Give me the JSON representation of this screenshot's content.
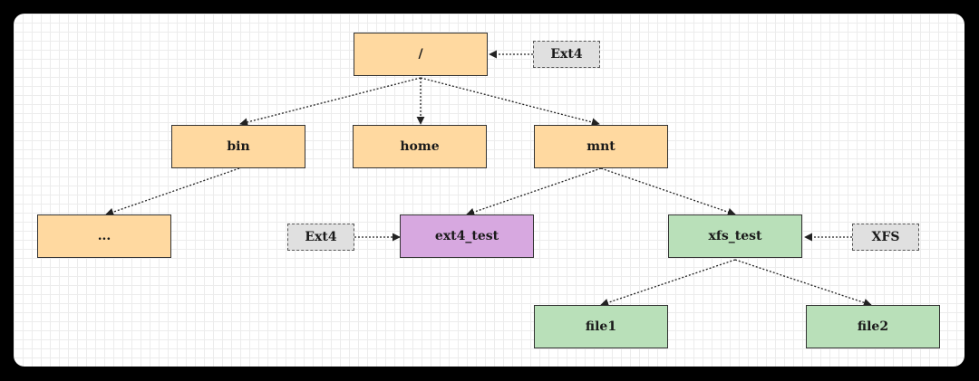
{
  "colors": {
    "dir_fill": "#ffd9a0",
    "ext4_fill": "#d7a8e0",
    "xfs_fill": "#b9e0b9",
    "tag_fill": "#e0e0e0"
  },
  "nodes": {
    "root": "/",
    "bin": "bin",
    "home": "home",
    "mnt": "mnt",
    "bin_child": "...",
    "ext4_test": "ext4_test",
    "xfs_test": "xfs_test",
    "file1": "file1",
    "file2": "file2"
  },
  "tags": {
    "root_fs": "Ext4",
    "ext4_test_fs": "Ext4",
    "xfs_test_fs": "XFS"
  }
}
